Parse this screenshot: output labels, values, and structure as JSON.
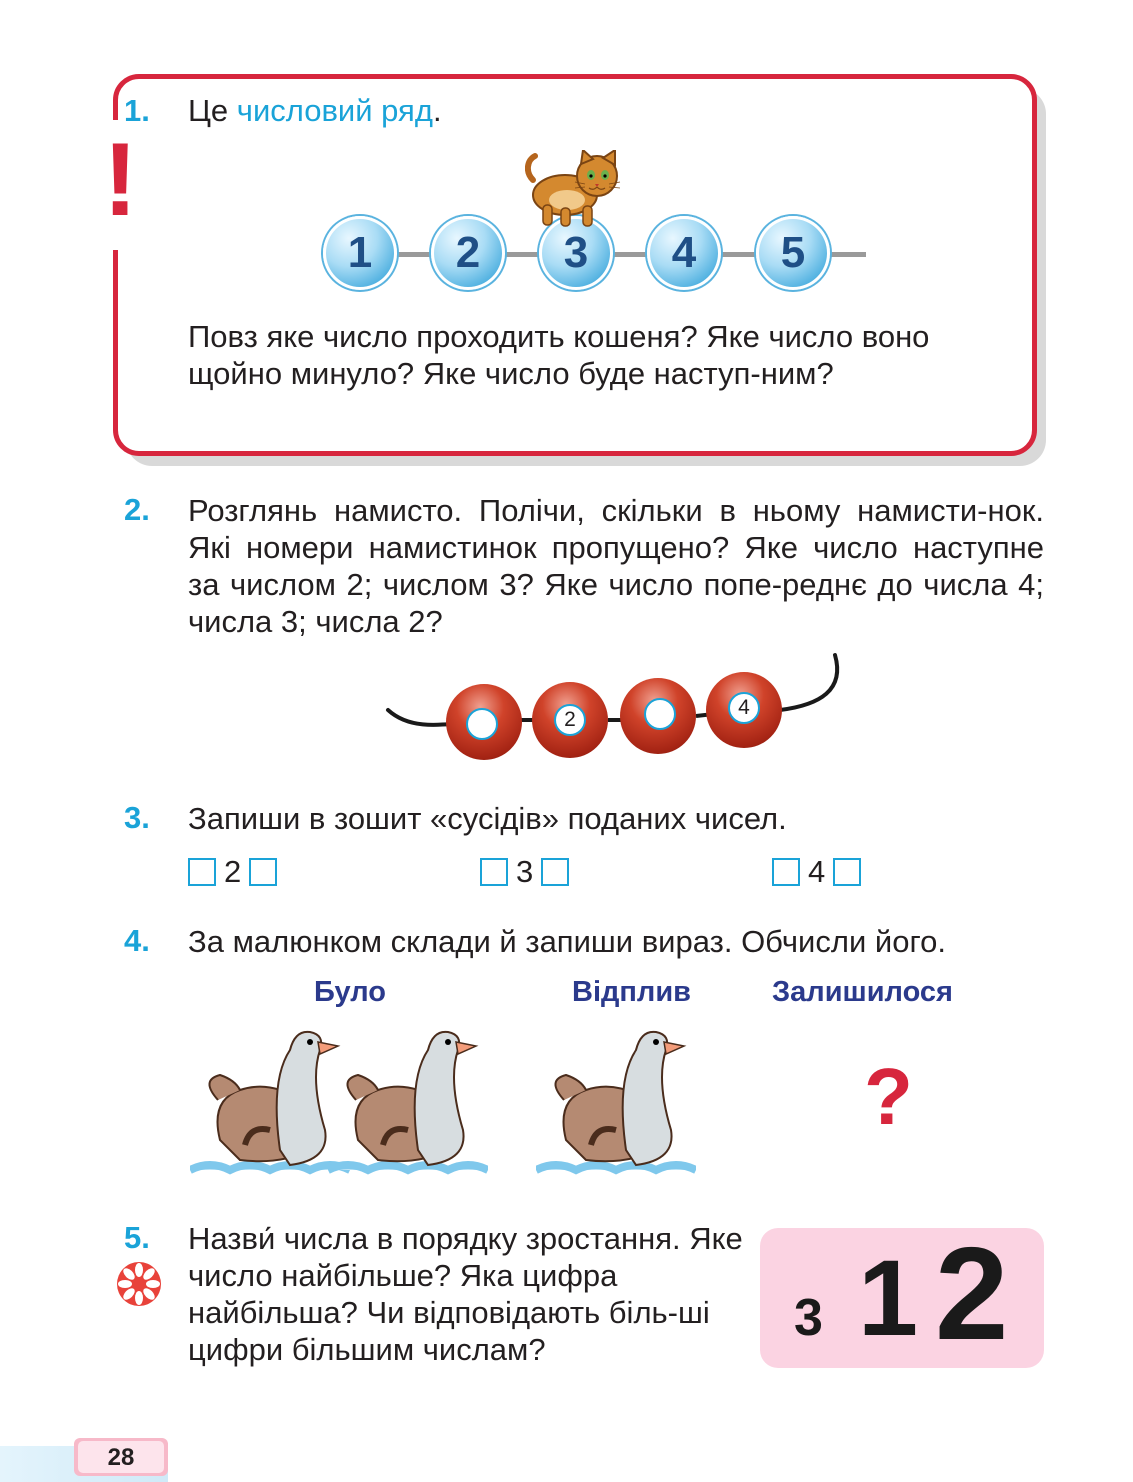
{
  "task1": {
    "number": "1.",
    "text_prefix": "Це ",
    "highlight": "числовий ряд",
    "text_suffix": ".",
    "exclamation": "!",
    "beads": [
      "1",
      "2",
      "3",
      "4",
      "5"
    ],
    "question": "Повз яке число проходить кошеня? Яке число воно щойно минуло? Яке число буде наступ-ним?"
  },
  "task2": {
    "number": "2.",
    "text": "Розглянь намисто. Полічи, скільки в ньому намисти-нок. Які номери намистинок пропущено? Яке число наступне за числом 2; числом 3? Яке число попе-реднє до числа 4; числа 3; числа 2?",
    "beads": [
      "",
      "2",
      "",
      "4"
    ]
  },
  "task3": {
    "number": "3.",
    "text": "Запиши в зошит «сусідів» поданих чисел.",
    "neighbors": [
      "2",
      "3",
      "4"
    ]
  },
  "task4": {
    "number": "4.",
    "text": "За малюнком склади й запиши вираз. Обчисли його.",
    "labels": [
      "Було",
      "Відплив",
      "Залишилося"
    ],
    "question_mark": "?"
  },
  "task5": {
    "number": "5.",
    "text": "Назви́ числа в порядку зростання. Яке число найбільше? Яка цифра найбільша? Чи відповідають біль-ші цифри більшим числам?",
    "numbers": [
      "3",
      "1",
      "2"
    ]
  },
  "page_number": "28",
  "colors": {
    "accent_cyan": "#1aa3d8",
    "frame_red": "#d7263d",
    "label_blue": "#2b3a8c",
    "pink": "#fbd3e2"
  }
}
